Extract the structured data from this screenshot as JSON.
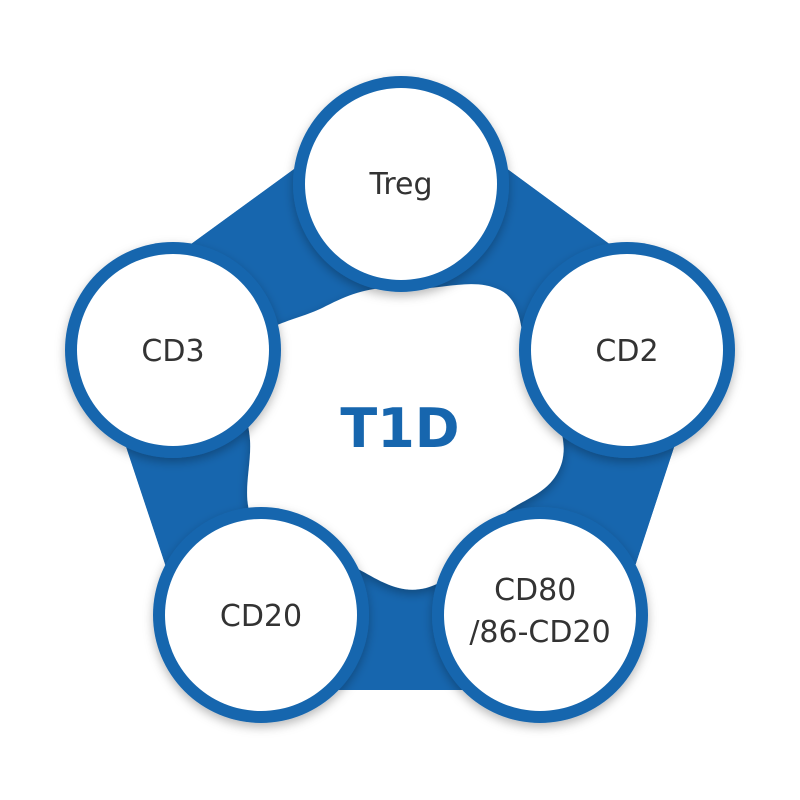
{
  "colors": {
    "primary": "#1766ae",
    "node_fill": "#ffffff",
    "text": "#333333",
    "background": "#ffffff"
  },
  "center": {
    "label": "T1D"
  },
  "nodes": [
    {
      "id": "treg",
      "lines": [
        "Treg"
      ]
    },
    {
      "id": "cd2",
      "lines": [
        "CD2"
      ]
    },
    {
      "id": "cd80",
      "lines": [
        "CD80",
        "/86-CD20"
      ]
    },
    {
      "id": "cd20",
      "lines": [
        "CD20"
      ]
    },
    {
      "id": "cd3",
      "lines": [
        "CD3"
      ]
    }
  ]
}
